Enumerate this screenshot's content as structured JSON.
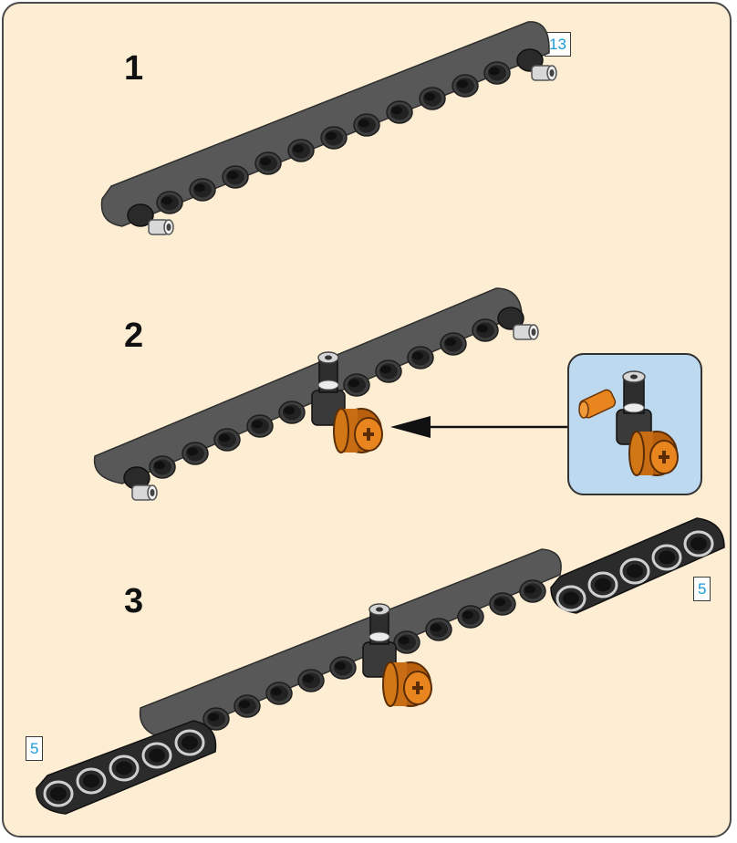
{
  "steps": [
    {
      "number": "1",
      "part_count": "13"
    },
    {
      "number": "2"
    },
    {
      "number": "3",
      "part_count_right": "5",
      "part_count_left": "5"
    }
  ],
  "colors": {
    "background": "#fdeed3",
    "beam_dark": "#555555",
    "beam_black": "#2b2b2b",
    "connector_orange": "#e8851e",
    "callout_bg": "#bcd9ef",
    "badge_text": "#1a9ad6"
  },
  "icons": [
    "13-hole-beam-icon",
    "5-hole-beam-icon",
    "pin-icon",
    "cross-block-icon",
    "bush-icon",
    "arrow-icon"
  ]
}
